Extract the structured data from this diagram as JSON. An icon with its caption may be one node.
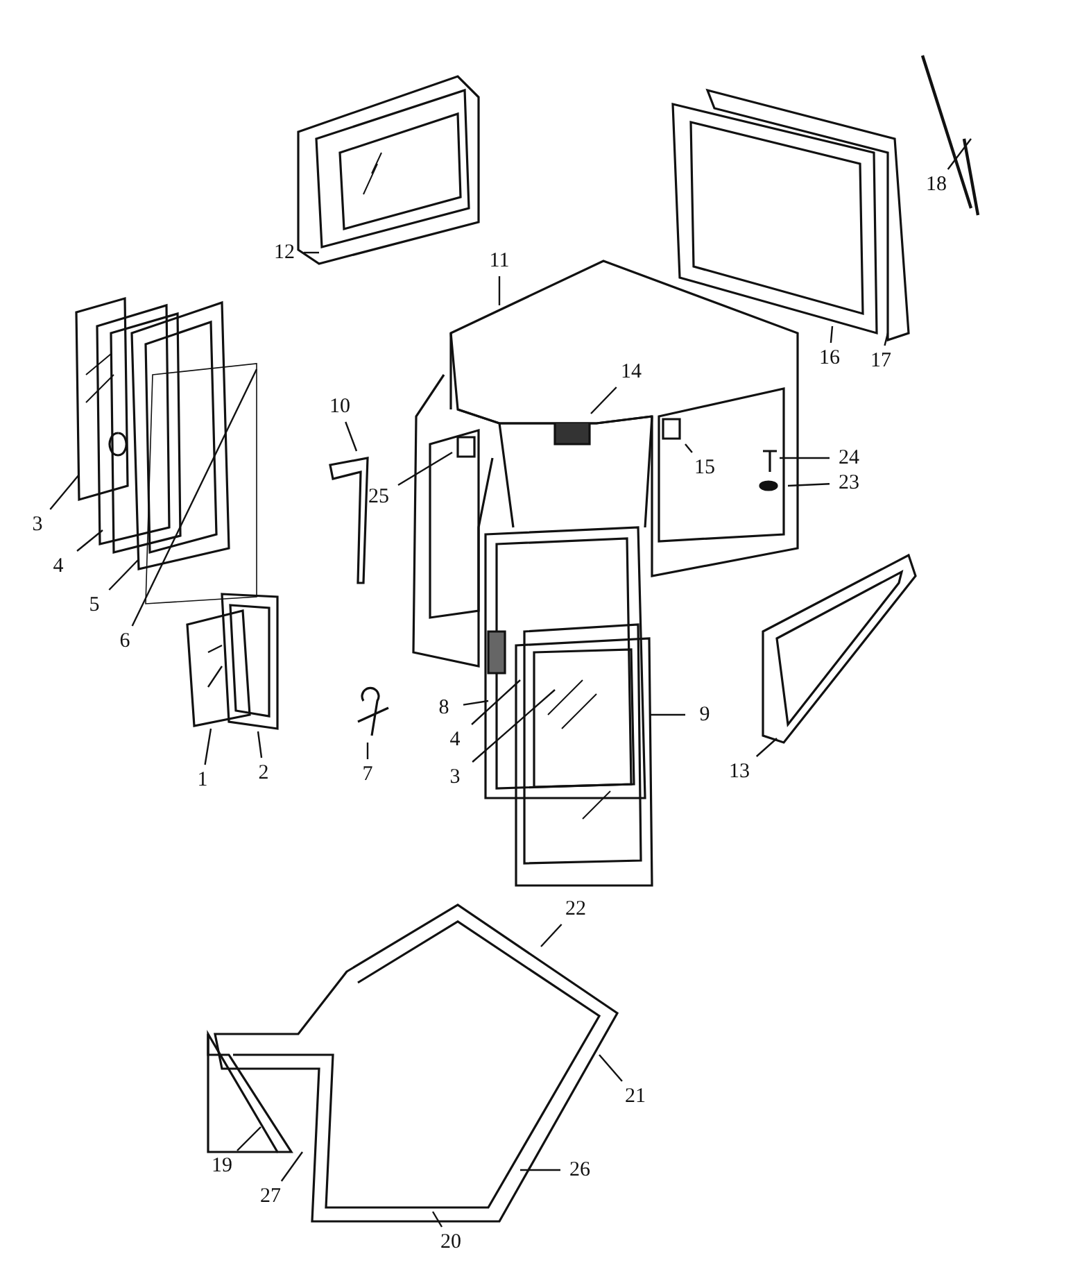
{
  "diagram": {
    "nodes": [
      {
        "text": [
          "12"
        ]
      },
      {
        "text": [
          "11"
        ]
      },
      {
        "text": [
          "18"
        ]
      },
      {
        "text": [
          "16"
        ]
      },
      {
        "text": [
          "17"
        ]
      },
      {
        "text": [
          "14"
        ]
      },
      {
        "text": [
          "10"
        ]
      },
      {
        "text": [
          "3"
        ]
      },
      {
        "text": [
          "15"
        ]
      },
      {
        "text": [
          "24"
        ]
      },
      {
        "text": [
          "23"
        ]
      },
      {
        "text": [
          "25"
        ]
      },
      {
        "text": [
          "4"
        ]
      },
      {
        "text": [
          "5"
        ]
      },
      {
        "text": [
          "6"
        ]
      },
      {
        "text": [
          "8"
        ]
      },
      {
        "text": [
          "9"
        ]
      },
      {
        "text": [
          "4"
        ]
      },
      {
        "text": [
          "3"
        ]
      },
      {
        "text": [
          "1"
        ]
      },
      {
        "text": [
          "2"
        ]
      },
      {
        "text": [
          "7"
        ]
      },
      {
        "text": [
          "13"
        ]
      },
      {
        "text": [
          "22"
        ]
      },
      {
        "text": [
          "21"
        ]
      },
      {
        "text": [
          "26"
        ]
      },
      {
        "text": [
          "19"
        ]
      },
      {
        "text": [
          "27"
        ]
      },
      {
        "text": [
          "20"
        ]
      }
    ],
    "edges": [
      {
        "from": 0,
        "to": null,
        "arrow": "none"
      },
      {
        "from": 1,
        "to": null,
        "arrow": "none"
      },
      {
        "from": 2,
        "to": null,
        "arrow": "none"
      },
      {
        "from": 3,
        "to": null,
        "arrow": "none"
      },
      {
        "from": 4,
        "to": null,
        "arrow": "none"
      },
      {
        "from": 5,
        "to": null,
        "arrow": "none"
      },
      {
        "from": 6,
        "to": null,
        "arrow": "none"
      },
      {
        "from": 7,
        "to": null,
        "arrow": "none"
      },
      {
        "from": 8,
        "to": null,
        "arrow": "none"
      },
      {
        "from": 9,
        "to": null,
        "arrow": "none"
      },
      {
        "from": 10,
        "to": null,
        "arrow": "none"
      },
      {
        "from": 11,
        "to": null,
        "arrow": "none"
      },
      {
        "from": 12,
        "to": null,
        "arrow": "none"
      },
      {
        "from": 13,
        "to": null,
        "arrow": "none"
      },
      {
        "from": 14,
        "to": null,
        "arrow": "none"
      },
      {
        "from": 15,
        "to": null,
        "arrow": "none"
      },
      {
        "from": 16,
        "to": null,
        "arrow": "none"
      },
      {
        "from": 17,
        "to": null,
        "arrow": "none"
      },
      {
        "from": 18,
        "to": null,
        "arrow": "none"
      },
      {
        "from": 19,
        "to": null,
        "arrow": "none"
      },
      {
        "from": 20,
        "to": null,
        "arrow": "none"
      },
      {
        "from": 21,
        "to": null,
        "arrow": "none"
      },
      {
        "from": 22,
        "to": null,
        "arrow": "none"
      },
      {
        "from": 23,
        "to": null,
        "arrow": "none"
      },
      {
        "from": 24,
        "to": null,
        "arrow": "none"
      },
      {
        "from": 25,
        "to": null,
        "arrow": "none"
      },
      {
        "from": 26,
        "to": null,
        "arrow": "none"
      },
      {
        "from": 27,
        "to": null,
        "arrow": "none"
      },
      {
        "from": 28,
        "to": null,
        "arrow": "none"
      }
    ]
  }
}
